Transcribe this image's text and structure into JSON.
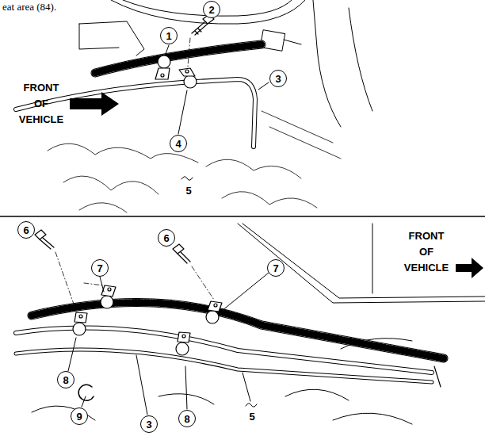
{
  "diagram": {
    "labels": [
      "eat area (84).",
      "1",
      "2",
      "FRONT OF VEHICLE",
      "3",
      "4",
      "5",
      "6",
      "7",
      "6",
      "7",
      "FRONT OF VEHICLE",
      "8",
      "9",
      "3",
      "8",
      "5"
    ]
  }
}
